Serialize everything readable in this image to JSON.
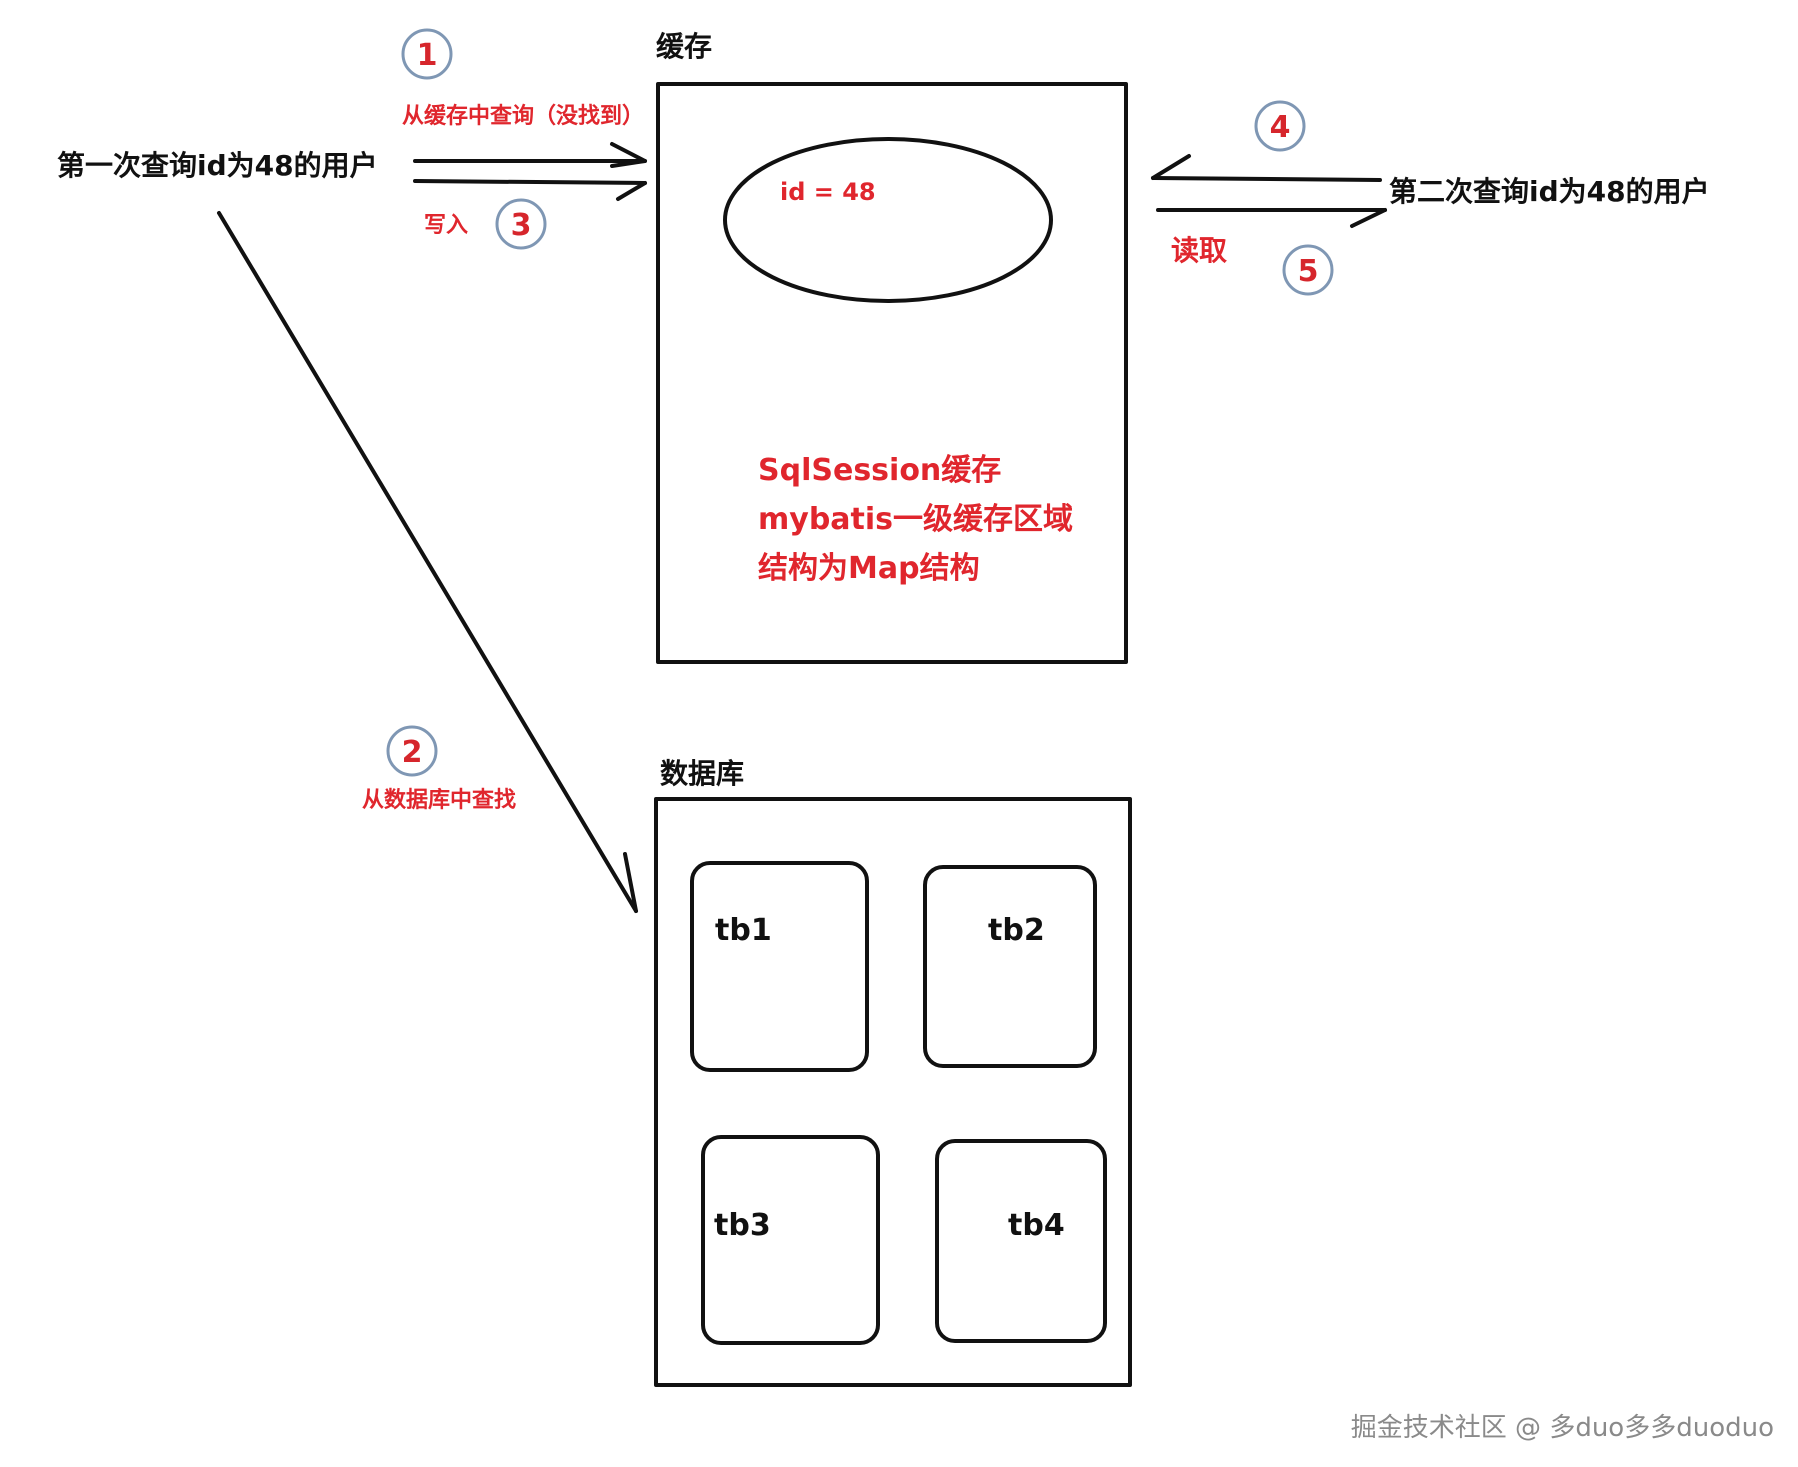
{
  "labels": {
    "first_query": "第一次查询id为48的用户",
    "second_query": "第二次查询id为48的用户",
    "cache_title": "缓存",
    "db_title": "数据库",
    "step1_text": "从缓存中查询（没找到）",
    "step2_text": "从数据库中查找",
    "step3_text": "写入",
    "step5_text": "读取",
    "cache_entry": "id = 48",
    "cache_desc_1": "SqlSession缓存",
    "cache_desc_2": "mybatis一级缓存区域",
    "cache_desc_3": "结构为Map结构"
  },
  "steps": [
    "1",
    "2",
    "3",
    "4",
    "5"
  ],
  "tables": [
    "tb1",
    "tb2",
    "tb3",
    "tb4"
  ],
  "watermark": "掘金技术社区 @ 多duo多多duoduo",
  "colors": {
    "annotation_red": "#e0262d",
    "badge_border": "#7f97b4",
    "ink": "#111111"
  }
}
